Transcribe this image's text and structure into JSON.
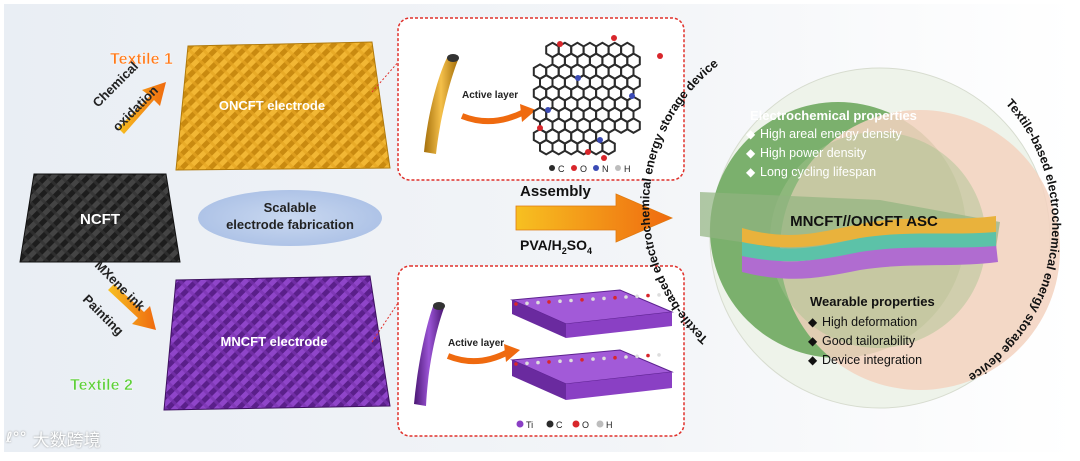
{
  "left": {
    "textile1": "Textile 1",
    "textile2": "Textile 2",
    "chem_line1": "Chemical",
    "chem_line2": "oxidation",
    "mxene_line1": "MXene ink",
    "mxene_line2": "Painting",
    "ncft": "NCFT",
    "oncft_electrode": "ONCFT electrode",
    "mncft_electrode": "MNCFT electrode",
    "scalable_line1": "Scalable",
    "scalable_line2": "electrode fabrication"
  },
  "inset_top": {
    "active_layer": "Active layer",
    "legend": [
      {
        "label": "C",
        "color": "#2b2b2b"
      },
      {
        "label": "O",
        "color": "#d8262b"
      },
      {
        "label": "N",
        "color": "#3b4bb5"
      },
      {
        "label": "H",
        "color": "#bdbdbd"
      }
    ]
  },
  "inset_bottom": {
    "active_layer": "Active layer",
    "legend": [
      {
        "label": "Ti",
        "color": "#8a3fc4"
      },
      {
        "label": "C",
        "color": "#2b2b2b"
      },
      {
        "label": "O",
        "color": "#d8262b"
      },
      {
        "label": "H",
        "color": "#bdbdbd"
      }
    ]
  },
  "assembly": {
    "label": "Assembly",
    "electrolyte_main": "PVA/H",
    "electrolyte_sub1": "2",
    "electrolyte_mid": "SO",
    "electrolyte_sub2": "4"
  },
  "right": {
    "ring_text": "Textile-based electrochemical energy storage device",
    "device_label": "MNCFT//ONCFT ASC",
    "electro_title": "Electrochemical properties",
    "electro_items": [
      "High areal energy density",
      "High power density",
      "Long cycling lifespan"
    ],
    "wear_title": "Wearable properties",
    "wear_items": [
      "High deformation",
      "Good tailorability",
      "Device integration"
    ]
  },
  "watermark": {
    "logo": "ℓ°°",
    "text": "大数跨境"
  },
  "colors": {
    "textile1": "#ff7a1a",
    "textile2": "#5ecf3a",
    "oncft_fabric": "#e2a21d",
    "mncft_fabric": "#7a2fb0",
    "ncft_fabric": "#2a2a2a",
    "arrow": "#f08a12",
    "inset_border": "#e0302a",
    "green_circle": "#6ea85f",
    "pink_circle": "#f3d2bf"
  }
}
